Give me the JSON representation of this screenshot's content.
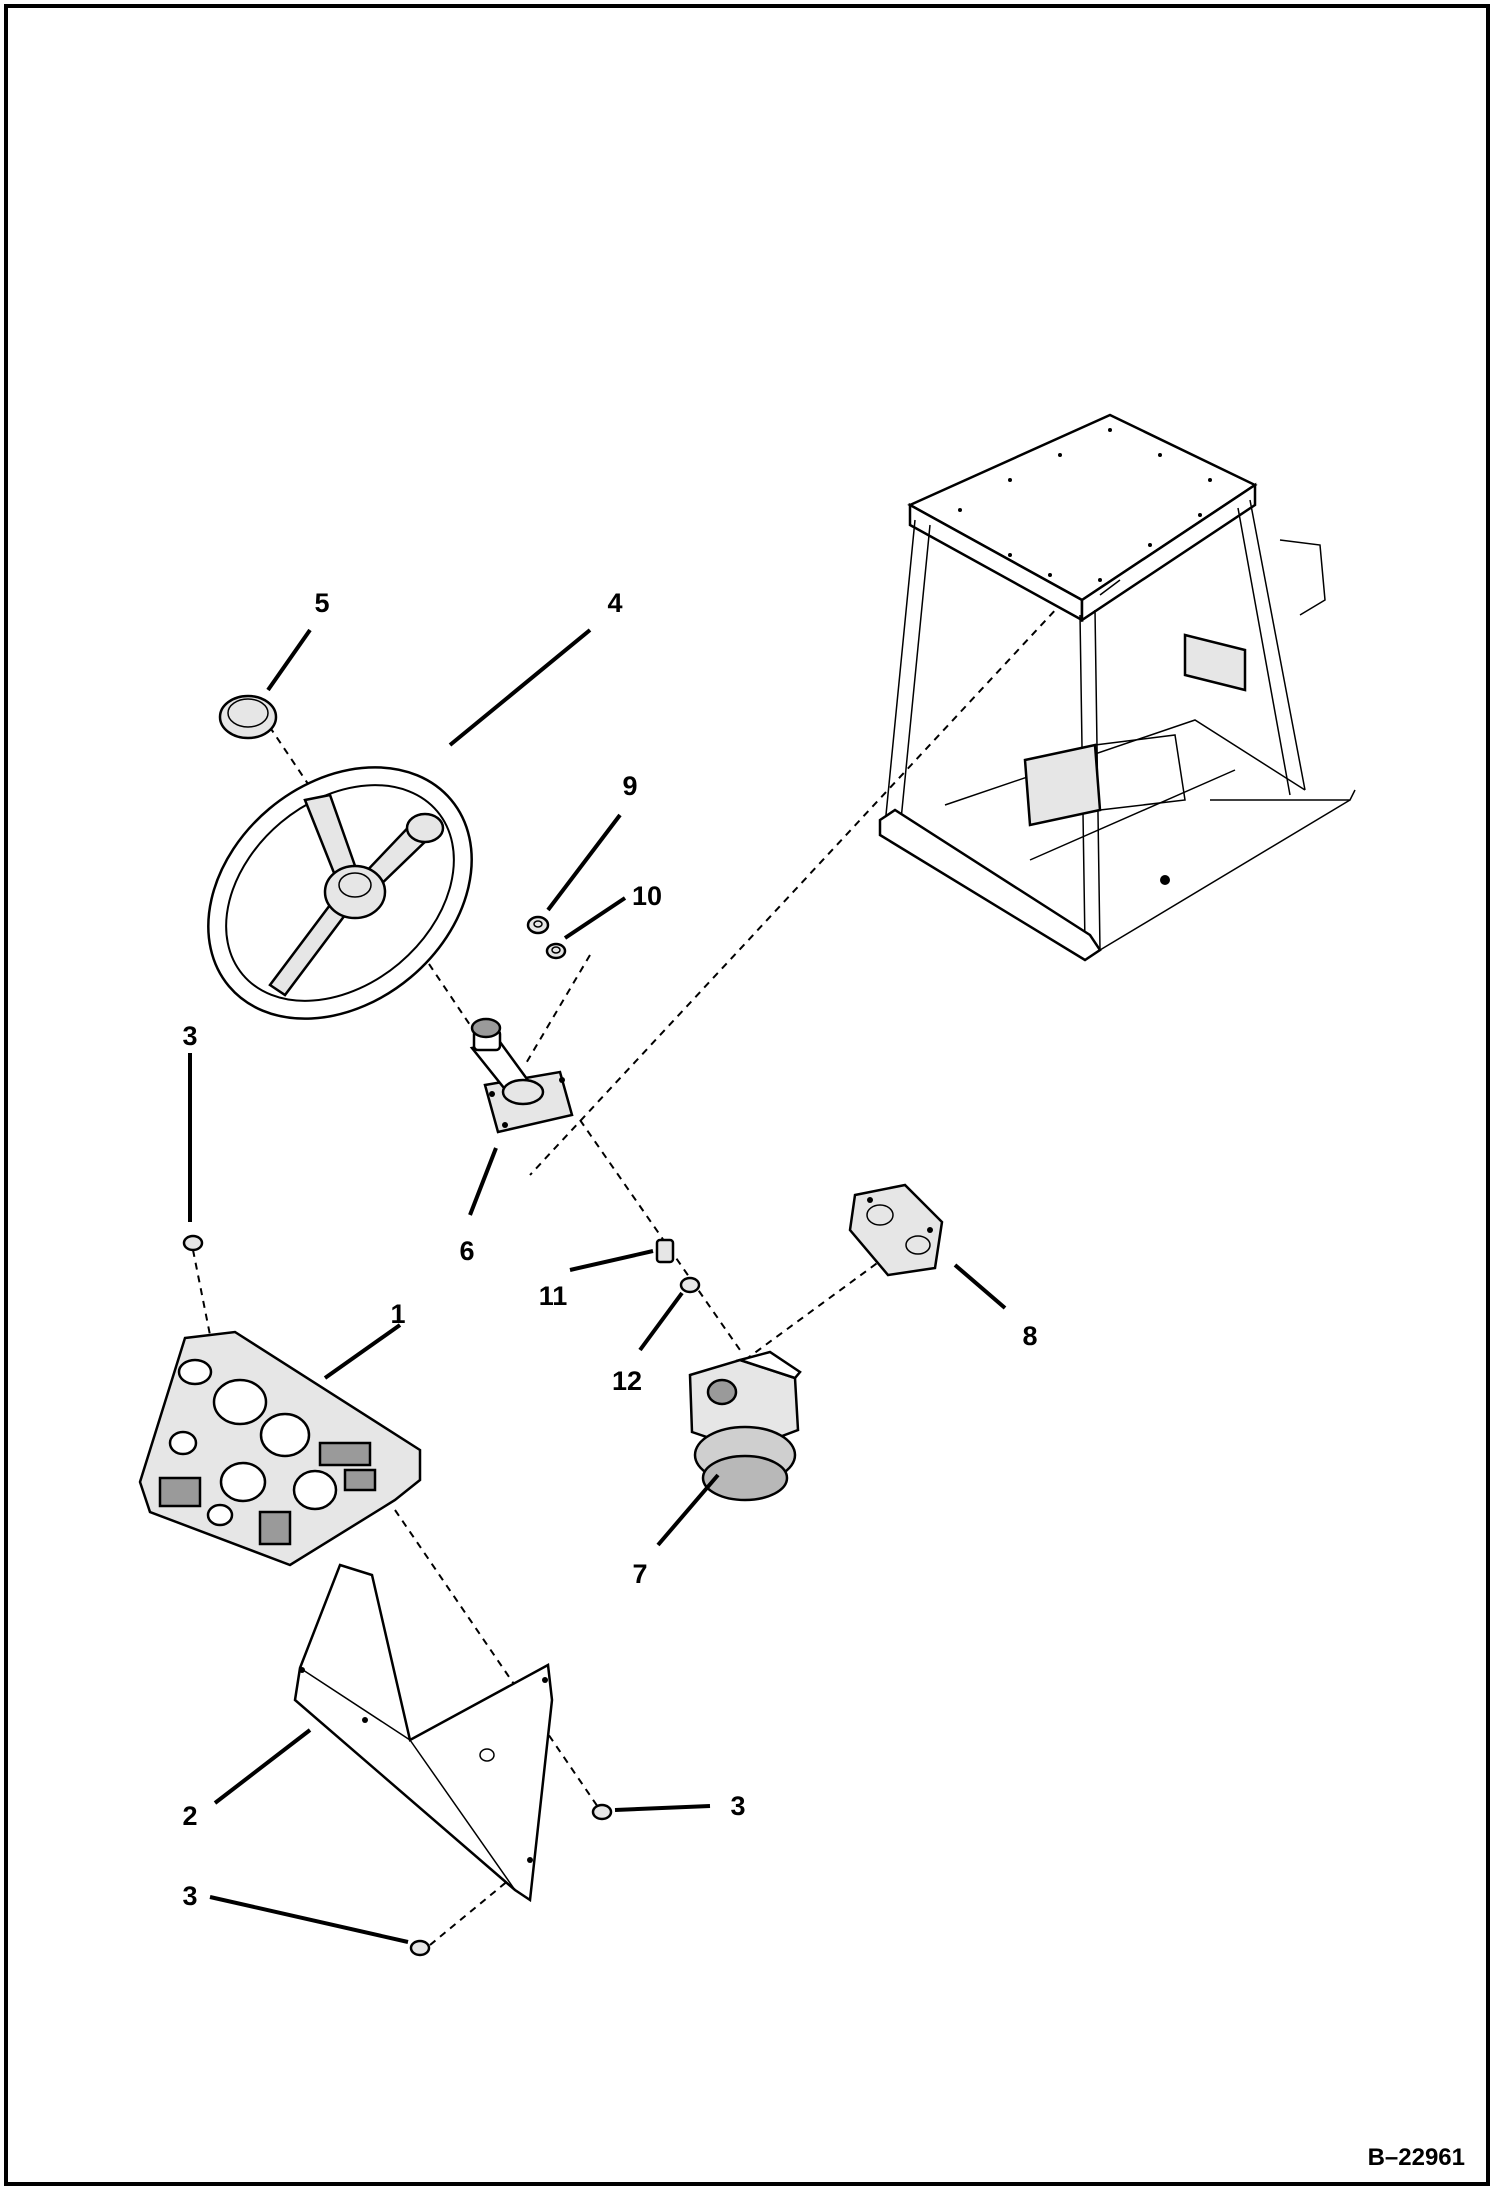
{
  "callouts": [
    {
      "id": "1",
      "label": "1"
    },
    {
      "id": "2",
      "label": "2"
    },
    {
      "id": "3a",
      "label": "3"
    },
    {
      "id": "3b",
      "label": "3"
    },
    {
      "id": "3c",
      "label": "3"
    },
    {
      "id": "4",
      "label": "4"
    },
    {
      "id": "5",
      "label": "5"
    },
    {
      "id": "6",
      "label": "6"
    },
    {
      "id": "7",
      "label": "7"
    },
    {
      "id": "8",
      "label": "8"
    },
    {
      "id": "9",
      "label": "9"
    },
    {
      "id": "10",
      "label": "10"
    },
    {
      "id": "11",
      "label": "11"
    },
    {
      "id": "12",
      "label": "12"
    }
  ],
  "drawing_number": "B–22961"
}
